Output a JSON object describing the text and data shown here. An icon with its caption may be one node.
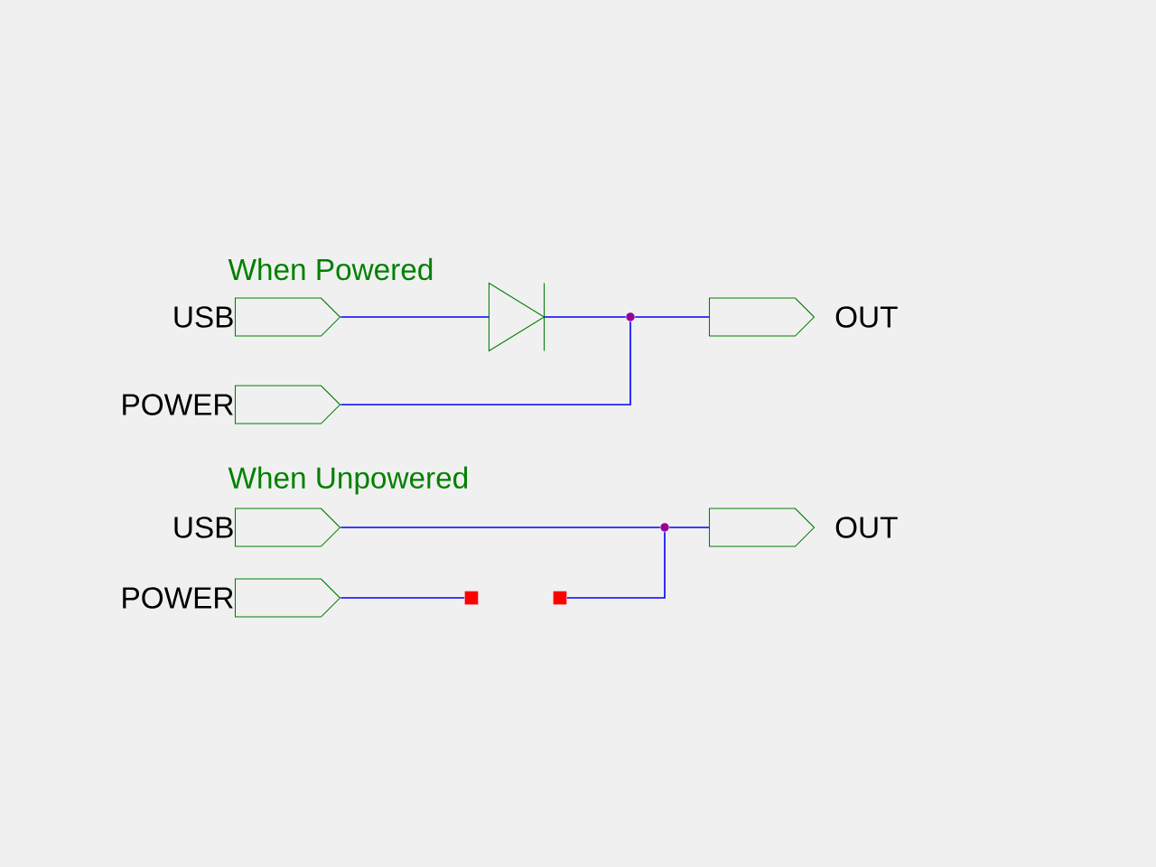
{
  "diagram": {
    "nodes": [
      {
        "text": [
          "USB"
        ]
      },
      {
        "text": [],
        "shape": "diode"
      },
      {
        "text": [],
        "shape": "circle"
      },
      {
        "text": [
          "OUT"
        ]
      },
      {
        "text": [
          "POWER"
        ]
      },
      {
        "text": [
          "USB"
        ]
      },
      {
        "text": [],
        "shape": "circle"
      },
      {
        "text": [
          "OUT"
        ]
      },
      {
        "text": [
          "POWER"
        ]
      },
      {
        "text": [],
        "shape": "box"
      },
      {
        "text": [],
        "shape": "box"
      }
    ],
    "edges": [
      {
        "from": 0,
        "to": 1,
        "arrow": "none"
      },
      {
        "from": 1,
        "to": 2,
        "arrow": "none"
      },
      {
        "from": 2,
        "to": 3,
        "arrow": "none"
      },
      {
        "from": 4,
        "to": 2,
        "arrow": "none"
      },
      {
        "from": 5,
        "to": 6,
        "arrow": "none"
      },
      {
        "from": 6,
        "to": 7,
        "arrow": "none"
      },
      {
        "from": 8,
        "to": 9,
        "arrow": "none"
      },
      {
        "from": 10,
        "to": 6,
        "arrow": "none"
      }
    ],
    "labels": [
      "When Powered",
      "When Unpowered"
    ]
  }
}
